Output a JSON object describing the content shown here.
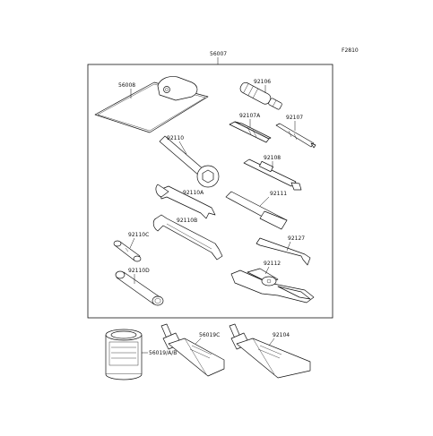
{
  "diagram": {
    "figure_code": "F2810",
    "kit_label": "56007",
    "parts": [
      {
        "id": "p56008",
        "label": "56008",
        "name": "tool-pouch"
      },
      {
        "id": "p92106",
        "label": "92106",
        "name": "screwdriver-handle"
      },
      {
        "id": "p92107A",
        "label": "92107A",
        "name": "screwdriver-bit-a"
      },
      {
        "id": "p92107",
        "label": "92107",
        "name": "screwdriver-bit"
      },
      {
        "id": "p92110",
        "label": "92110",
        "name": "ring-wrench"
      },
      {
        "id": "p92108",
        "label": "92108",
        "name": "tool-92108"
      },
      {
        "id": "p92110A",
        "label": "92110A",
        "name": "open-end-wrench-a"
      },
      {
        "id": "p92111",
        "label": "92111",
        "name": "extension-bar"
      },
      {
        "id": "p92110B",
        "label": "92110B",
        "name": "open-end-wrench-b"
      },
      {
        "id": "p92127",
        "label": "92127",
        "name": "hex-key"
      },
      {
        "id": "p92110C",
        "label": "92110C",
        "name": "socket-wrench-c"
      },
      {
        "id": "p92112",
        "label": "92112",
        "name": "pliers"
      },
      {
        "id": "p92110D",
        "label": "92110D",
        "name": "socket-wrench-d"
      },
      {
        "id": "p56019AB",
        "label": "56019/A/B",
        "name": "oil-filter-can"
      },
      {
        "id": "p56019C",
        "label": "56019C",
        "name": "grease-tube-56019c"
      },
      {
        "id": "p92104",
        "label": "92104",
        "name": "grease-tube-92104"
      }
    ]
  }
}
